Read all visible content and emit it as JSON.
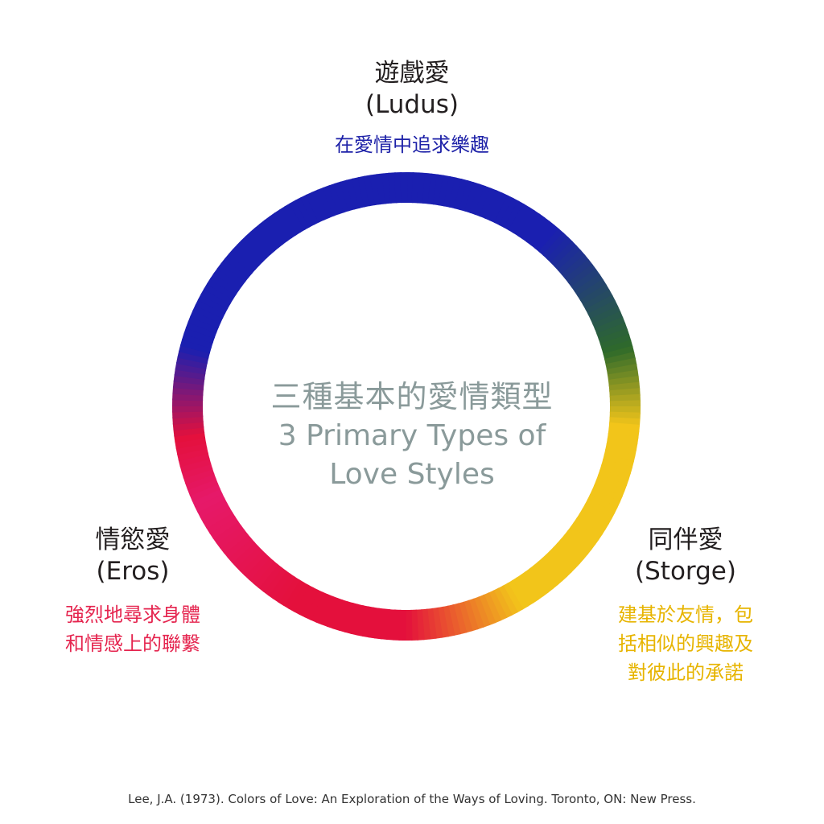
{
  "center": {
    "title_zh": "三種基本的愛情類型",
    "title_en_line1": "3 Primary Types of",
    "title_en_line2": "Love Styles"
  },
  "styles": {
    "ludus": {
      "name_zh": "遊戲愛",
      "name_en": "(Ludus)",
      "description": [
        "在愛情中追求樂趣"
      ],
      "color": "#1e22a8"
    },
    "eros": {
      "name_zh": "情慾愛",
      "name_en": "(Eros)",
      "description": [
        "強烈地尋求身體",
        "和情感上的聯繫"
      ],
      "color": "#e5254f"
    },
    "storge": {
      "name_zh": "同伴愛",
      "name_en": "(Storge)",
      "description": [
        "建基於友情，包",
        "括相似的興趣及",
        "對彼此的承諾"
      ],
      "color": "#e7b400"
    }
  },
  "ring_colors": {
    "blue": "#1a1fb0",
    "green": "#2e6a2a",
    "yellow": "#f2c51a",
    "red": "#e4103c",
    "magenta": "#e6196a"
  },
  "citation": "Lee, J.A. (1973). Colors of Love: An Exploration of the Ways of Loving. Toronto, ON: New Press."
}
